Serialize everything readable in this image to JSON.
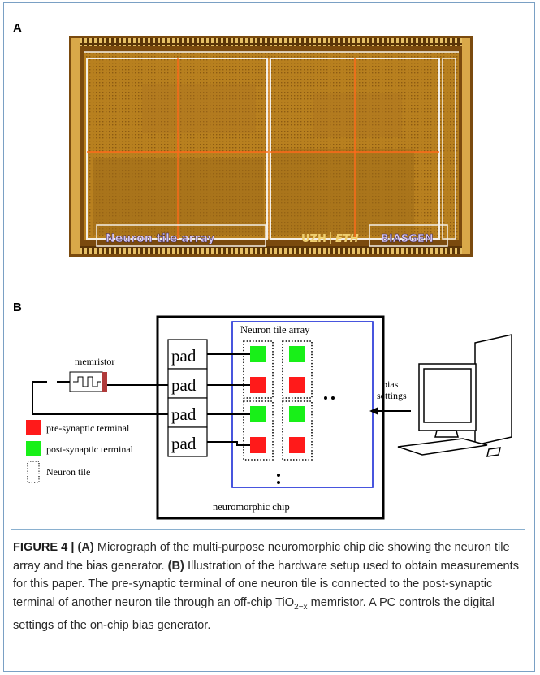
{
  "panels": {
    "a_label": "A",
    "b_label": "B"
  },
  "micrograph": {
    "label_neuron_tile_array": "Neuron tile array",
    "label_uzh": "UZH",
    "label_eth": "ETH",
    "label_biasgen": "BIASGEN",
    "colors": {
      "die_base": "#b27a1c",
      "die_dark": "#6e4410",
      "grid_line": "#ff6a1a",
      "outline": "#f4efe6",
      "label_text": "#d8c8f0"
    }
  },
  "schematic": {
    "neuron_tile_array_label": "Neuron tile array",
    "neuromorphic_chip_label": "neuromorphic chip",
    "memristor_label": "memristor",
    "pads": [
      "pad",
      "pad",
      "pad",
      "pad"
    ],
    "bias_settings_label_line1": "bias",
    "bias_settings_label_line2": "settings",
    "ellipsis_horizontal": "• •",
    "ellipsis_vertical": "•\n•",
    "legend": {
      "pre": "pre-synaptic terminal",
      "post": "post-synaptic terminal",
      "tile": "Neuron tile"
    },
    "colors": {
      "pre": "#ff1a1a",
      "post": "#18f018",
      "array_border": "#1a2bd6",
      "memristor_bar": "#b03a3a"
    }
  },
  "caption": {
    "figure_no": "FIGURE 4 |",
    "a_tag": "(A)",
    "a_text": " Micrograph of the multi-purpose neuromorphic chip die showing the neuron tile array and the bias generator. ",
    "b_tag": "(B)",
    "b_text_1": " Illustration of the hardware setup used to obtain measurements for this paper. The pre-synaptic terminal of one neuron tile is connected to the post-synaptic terminal of another neuron tile through an off-chip TiO",
    "sub": "2−x",
    "b_text_2": " memristor. A PC controls the digital settings of the on-chip bias generator."
  }
}
